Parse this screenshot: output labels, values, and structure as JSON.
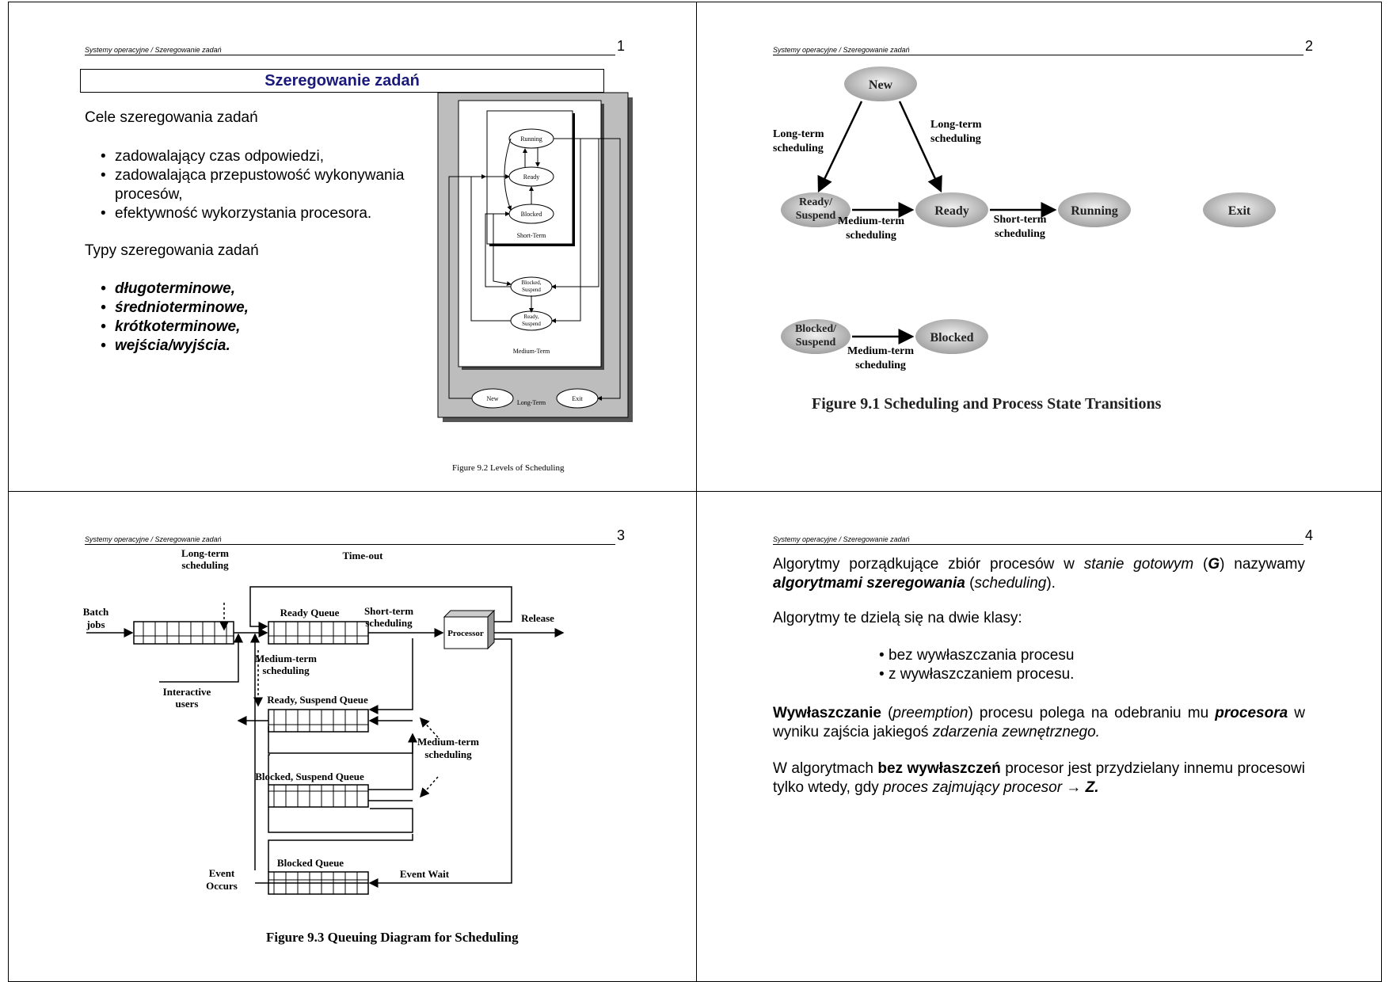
{
  "header_text": "Systemy operacyjne / Szeregowanie zadań",
  "slide1": {
    "page_number": "1",
    "title": "Szeregowanie zadań",
    "goals_heading": "Cele szeregowania zadań",
    "goals": [
      "zadowalający czas odpowiedzi,",
      "zadowalająca przepustowość wykonywania",
      "procesów,",
      "efektywność wykorzystania procesora."
    ],
    "types_heading": "Typy szeregowania zadań",
    "types": [
      "długoterminowe,",
      "średnioterminowe,",
      "krótkoterminowe,",
      "wejścia/wyjścia."
    ],
    "figure": {
      "running": "Running",
      "ready": "Ready",
      "blocked": "Blocked",
      "short_term": "Short-Term",
      "blocked_suspend_1": "Blocked,",
      "blocked_suspend_2": "Suspend",
      "ready_suspend_1": "Ready,",
      "ready_suspend_2": "Suspend",
      "medium_term": "Medium-Term",
      "long_term": "Long-Term",
      "new": "New",
      "exit": "Exit",
      "caption": "Figure 9.2    Levels of Scheduling"
    }
  },
  "slide2": {
    "page_number": "2",
    "states": {
      "new": "New",
      "ready_suspend_1": "Ready/",
      "ready_suspend_2": "Suspend",
      "ready": "Ready",
      "running": "Running",
      "exit": "Exit",
      "blocked_suspend_1": "Blocked/",
      "blocked_suspend_2": "Suspend",
      "blocked": "Blocked"
    },
    "labels": {
      "long_term_left_1": "Long-term",
      "long_term_left_2": "scheduling",
      "long_term_right_1": "Long-term",
      "long_term_right_2": "scheduling",
      "medium_1a": "Medium-term",
      "medium_1b": "scheduling",
      "short_1a": "Short-term",
      "short_1b": "scheduling",
      "medium_2a": "Medium-term",
      "medium_2b": "scheduling"
    },
    "caption": "Figure 9.1    Scheduling and Process State Transitions"
  },
  "slide3": {
    "page_number": "3",
    "labels": {
      "long_term_1": "Long-term",
      "long_term_2": "scheduling",
      "time_out": "Time-out",
      "batch_1": "Batch",
      "batch_2": "jobs",
      "ready_queue": "Ready Queue",
      "short_term_1": "Short-term",
      "short_term_2": "scheduling",
      "processor": "Processor",
      "release": "Release",
      "medium_term_1": "Medium-term",
      "medium_term_2": "scheduling",
      "interactive_1": "Interactive",
      "interactive_2": "users",
      "ready_suspend_queue": "Ready, Suspend Queue",
      "medium_term_r1": "Medium-term",
      "medium_term_r2": "scheduling",
      "blocked_suspend_queue": "Blocked, Suspend Queue",
      "blocked_queue": "Blocked Queue",
      "event_1": "Event",
      "event_2": "Occurs",
      "event_wait": "Event Wait"
    },
    "caption": "Figure 9.3    Queuing Diagram for Scheduling"
  },
  "slide4": {
    "page_number": "4",
    "p1_a": "Algorytmy porządkujące zbiór procesów w ",
    "p1_b": "stanie gotowym",
    "p1_c": " (",
    "p1_d": "G",
    "p1_e": ") nazywamy ",
    "p1_f": "algorytmami szeregowania",
    "p1_g": " (",
    "p1_h": "scheduling",
    "p1_i": ").",
    "p2": "Algorytmy te dzielą się na dwie klasy:",
    "classes": [
      "bez wywłaszczania procesu",
      "z wywłaszczaniem procesu."
    ],
    "p3_a": "Wywłaszczanie",
    "p3_b": " (",
    "p3_c": "preemption",
    "p3_d": ") procesu polega na odebraniu mu ",
    "p3_e": "procesora",
    "p3_f": " w wyniku zajścia jakiegoś ",
    "p3_g": "zdarzenia zewnętrznego.",
    "p4_a": "W algorytmach ",
    "p4_b": "bez wywłaszczeń",
    "p4_c": " procesor jest przydzielany innemu procesowi tylko wtedy, gdy ",
    "p4_d": "proces zajmujący procesor",
    "p4_e": " → ",
    "p4_f": "Z."
  }
}
